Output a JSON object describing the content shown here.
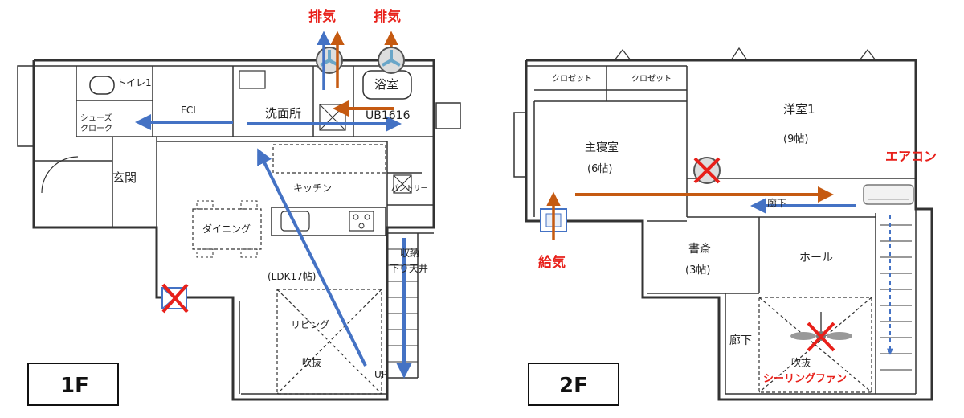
{
  "floor1": {
    "floor_label": "1F",
    "rooms": {
      "toilet": "トイレ1",
      "shoes_closet_line1": "シューズ",
      "shoes_closet_line2": "クローク",
      "entrance": "玄関",
      "fcl": "FCL",
      "washroom": "洗面所",
      "bath": "浴室",
      "unit_bath": "UB1616",
      "kitchen": "キッチン",
      "pantry": "パントリー",
      "dining": "ダイニング",
      "ldk": "(LDK17帖)",
      "storage": "収納",
      "lowered_ceiling": "下り天井",
      "living": "リビング",
      "atrium": "吹抜",
      "up": "UP"
    },
    "exhaust_left": "排気",
    "exhaust_right": "排気"
  },
  "floor2": {
    "floor_label": "2F",
    "rooms": {
      "closet_left": "クロゼット",
      "closet_right": "クロゼット",
      "western_room": "洋室1",
      "western_room_size": "(9帖)",
      "master_bedroom": "主寝室",
      "master_bedroom_size": "(6帖)",
      "corridor_upper": "廊下",
      "study": "書斎",
      "study_size": "(3帖)",
      "hall": "ホール",
      "corridor_lower": "廊下",
      "atrium": "吹抜"
    },
    "air_conditioner": "エアコン",
    "supply_air": "給気",
    "ceiling_fan": "シーリングファン"
  },
  "colors": {
    "blue_arrow": "#4472c4",
    "orange_arrow": "#c55a11",
    "red_label": "#e8201a",
    "wall": "#333333"
  }
}
